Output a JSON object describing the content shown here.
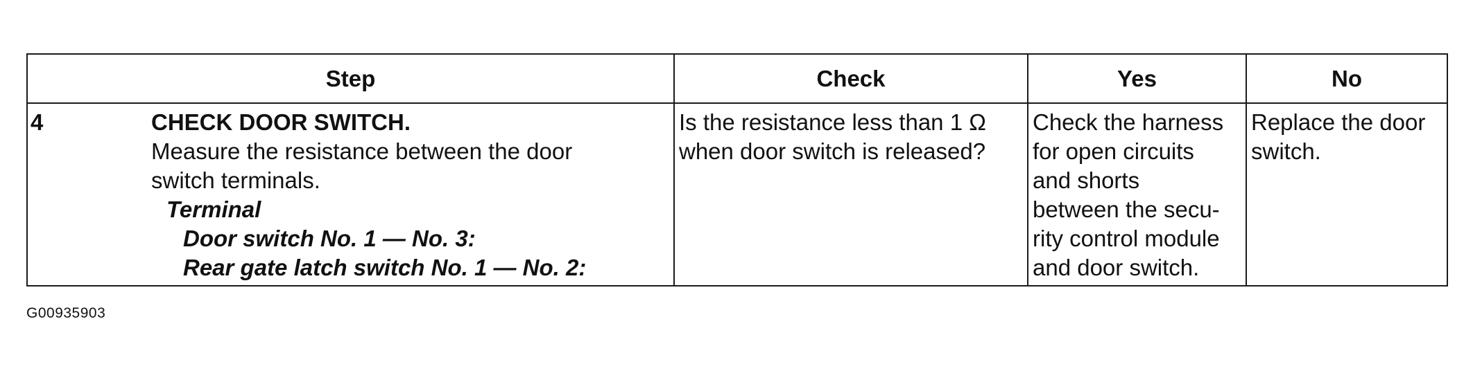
{
  "table": {
    "headers": {
      "step": "Step",
      "check": "Check",
      "yes": "Yes",
      "no": "No"
    },
    "row": {
      "number": "4",
      "title": "CHECK DOOR SWITCH.",
      "instruction_lines": [
        "Measure the resistance between the door",
        "switch terminals."
      ],
      "terminal_heading": "Terminal",
      "terminal_lines": [
        "Door switch No. 1 — No. 3:",
        "Rear gate latch switch No. 1 — No. 2:"
      ],
      "check_lines": [
        "Is the resistance less than 1 Ω",
        "when door switch is released?"
      ],
      "yes_lines": [
        "Check the harness",
        "for open circuits",
        "and shorts",
        "between the secu-",
        "rity control module",
        "and door switch."
      ],
      "no_lines": [
        "Replace the door",
        "switch."
      ]
    }
  },
  "footer": {
    "figure_code": "G00935903"
  }
}
